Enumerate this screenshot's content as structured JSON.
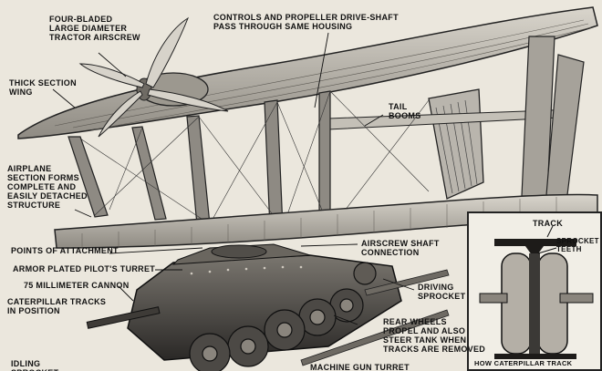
{
  "labels": {
    "four_bladed": "FOUR-BLADED\nLARGE DIAMETER\nTRACTOR AIRSCREW",
    "controls": "CONTROLS AND PROPELLER DRIVE-SHAFT\nPASS THROUGH SAME HOUSING",
    "thick_wing": "THICK SECTION\nWING",
    "tail_booms": "TAIL\nBOOMS",
    "airplane_section": "AIRPLANE\nSECTION FORMS\nCOMPLETE AND\nEASILY DETACHED\nSTRUCTURE",
    "points_attachment": "POINTS OF ATTACHMENT",
    "airscrew_shaft": "AIRSCREW SHAFT\nCONNECTION",
    "armor_turret": "ARMOR PLATED PILOT'S TURRET",
    "cannon": "75 MILLIMETER CANNON",
    "caterpillar": "CATERPILLAR TRACKS\nIN POSITION",
    "driving_sprocket": "DRIVING\nSPROCKET",
    "rear_wheels": "REAR WHEELS\nPROPEL AND ALSO\nSTEER TANK WHEN\nTRACKS ARE REMOVED",
    "idling": "IDLING\nSPROCKET",
    "machine_gun": "MACHINE GUN TURRET",
    "inset_track": "TRACK",
    "inset_sprocket_teeth": "SPROCKET\nTEETH",
    "inset_caption": "HOW CATERPILLAR TRACK"
  }
}
